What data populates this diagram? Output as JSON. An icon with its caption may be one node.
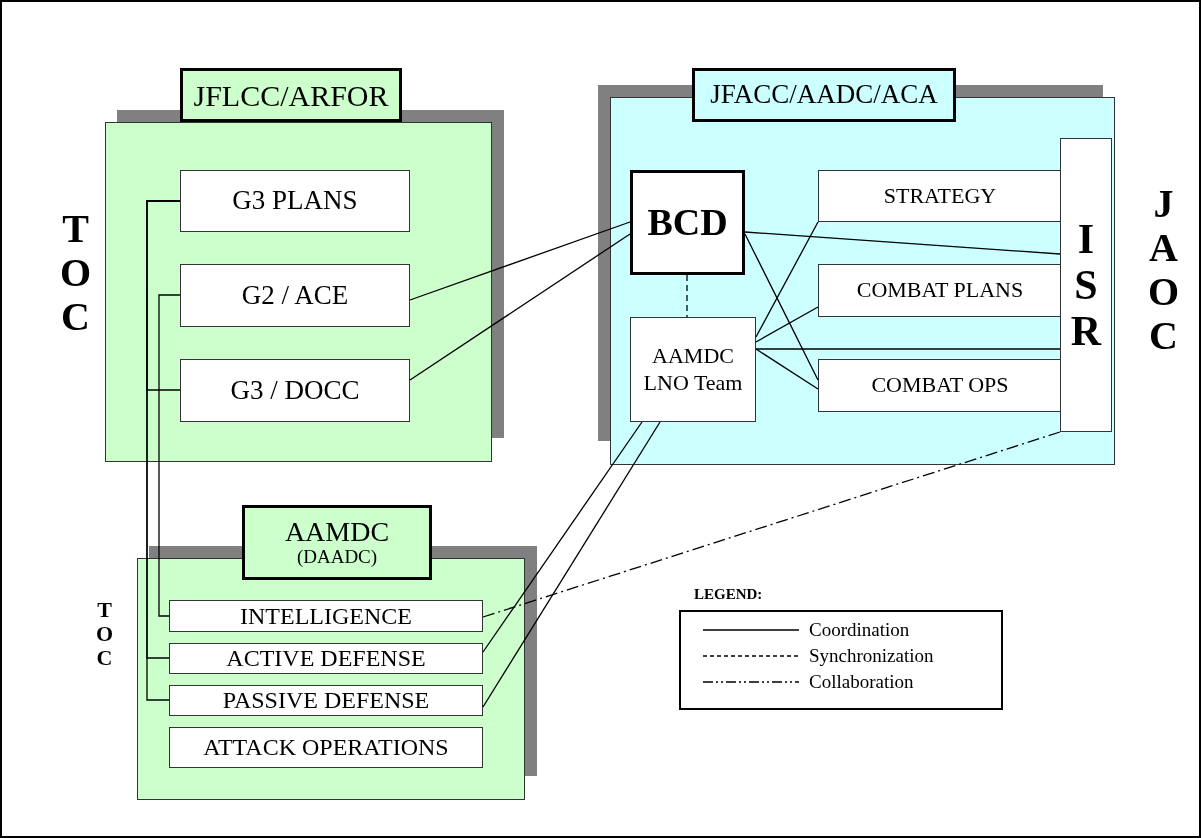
{
  "diagram": {
    "nodes": [
      {
        "text": [
          "JFLCC/ARFOR"
        ],
        "beside": [
          "TOC"
        ]
      },
      {
        "text": [
          "G3 PLANS"
        ],
        "in": 0
      },
      {
        "text": [
          "G2 / ACE"
        ],
        "in": 0
      },
      {
        "text": [
          "G3 / DOCC"
        ],
        "in": 0
      },
      {
        "text": [
          "JFACC/AADC/ACA"
        ],
        "beside": [
          "JAOC"
        ]
      },
      {
        "text": [
          "BCD"
        ],
        "in": 4
      },
      {
        "text": [
          "AAMDC LNO Team"
        ],
        "in": 4
      },
      {
        "text": [
          "STRATEGY"
        ],
        "in": 4
      },
      {
        "text": [
          "COMBAT PLANS"
        ],
        "in": 4
      },
      {
        "text": [
          "COMBAT OPS"
        ],
        "in": 4
      },
      {
        "text": [
          "ISR"
        ],
        "in": 4
      },
      {
        "text": [
          "AAMDC",
          "(DAADC)"
        ],
        "beside": [
          "TOC"
        ]
      },
      {
        "text": [
          "INTELLIGENCE"
        ],
        "in": 11
      },
      {
        "text": [
          "ACTIVE DEFENSE"
        ],
        "in": 11
      },
      {
        "text": [
          "PASSIVE DEFENSE"
        ],
        "in": 11
      },
      {
        "text": [
          "ATTACK OPERATIONS"
        ],
        "in": 11
      }
    ],
    "edges": [
      {
        "from": 1,
        "to": 3,
        "arrow": "none"
      },
      {
        "from": 1,
        "to": 13,
        "arrow": "none"
      },
      {
        "from": 1,
        "to": 14,
        "arrow": "none"
      },
      {
        "from": 2,
        "to": 12,
        "arrow": "none"
      },
      {
        "from": 2,
        "to": 5,
        "arrow": "none"
      },
      {
        "from": 3,
        "to": 5,
        "arrow": "none"
      },
      {
        "from": 5,
        "to": 6,
        "arrow": "none",
        "style": "dashed"
      },
      {
        "from": 5,
        "to": 10,
        "arrow": "none"
      },
      {
        "from": 5,
        "to": 9,
        "arrow": "none"
      },
      {
        "from": 6,
        "to": 7,
        "arrow": "none"
      },
      {
        "from": 6,
        "to": 8,
        "arrow": "none"
      },
      {
        "from": 6,
        "to": 10,
        "arrow": "none"
      },
      {
        "from": 6,
        "to": 9,
        "arrow": "none"
      },
      {
        "from": 6,
        "to": 13,
        "arrow": "none"
      },
      {
        "from": 6,
        "to": 14,
        "arrow": "none"
      },
      {
        "from": 12,
        "to": 10,
        "arrow": "none",
        "style": "dashed"
      }
    ],
    "labels": [
      "LEGEND:"
    ],
    "legend": [
      {
        "text": "Coordination"
      },
      {
        "text": "Synchronization"
      },
      {
        "text": "Collaboration"
      }
    ]
  }
}
